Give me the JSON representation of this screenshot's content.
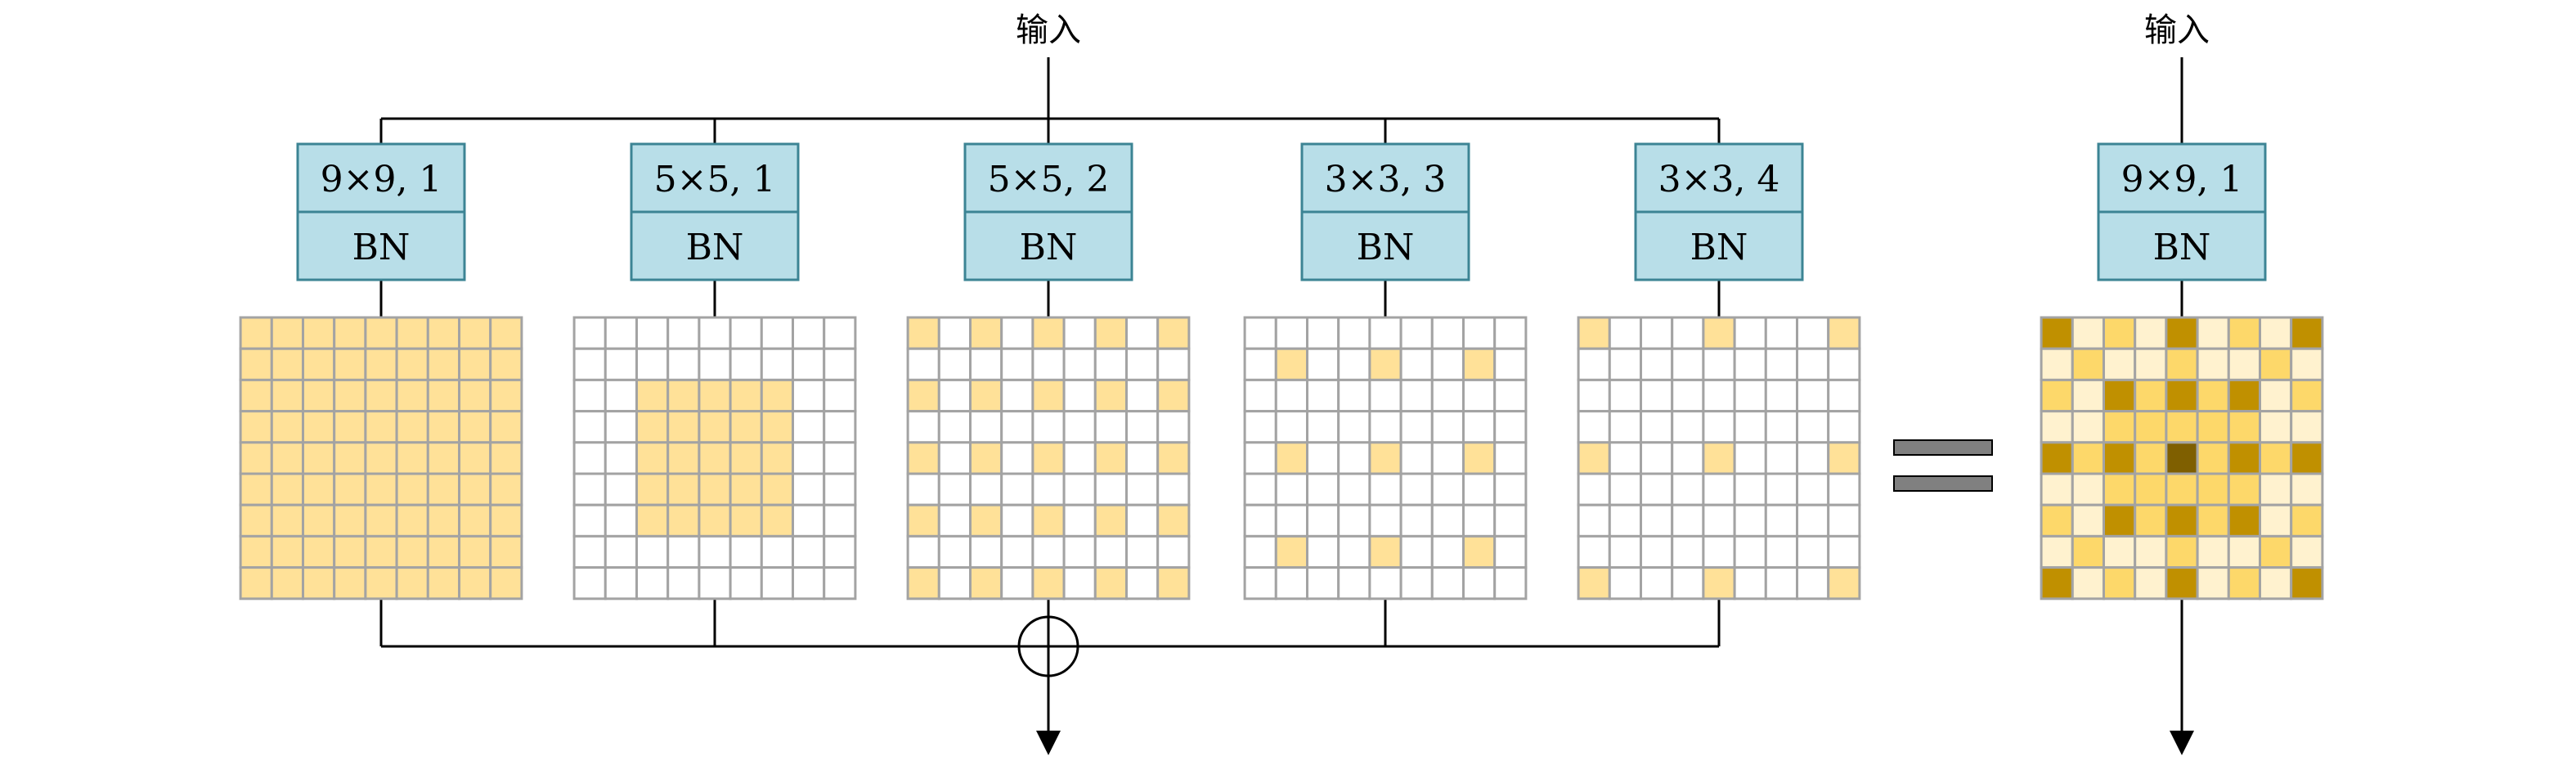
{
  "input_label": "输入",
  "branches": [
    {
      "conv_label": "9×9, 1",
      "bn_label": "BN",
      "kernel": 9,
      "dilation": 1
    },
    {
      "conv_label": "5×5, 1",
      "bn_label": "BN",
      "kernel": 5,
      "dilation": 1
    },
    {
      "conv_label": "5×5, 2",
      "bn_label": "BN",
      "kernel": 5,
      "dilation": 2
    },
    {
      "conv_label": "3×3, 3",
      "bn_label": "BN",
      "kernel": 3,
      "dilation": 3
    },
    {
      "conv_label": "3×3, 4",
      "bn_label": "BN",
      "kernel": 3,
      "dilation": 4
    }
  ],
  "merged": {
    "input_label": "输入",
    "conv_label": "9×9, 1",
    "bn_label": "BN",
    "kernel": 9,
    "dilation": 1
  },
  "grid_size": 9,
  "colors": {
    "box_fill": "#B8DEE8",
    "box_stroke": "#3C8494",
    "grid_stroke": "#A3A3A3",
    "kernel_fill": "#FFE198",
    "empty_fill": "#FFFFFF",
    "merged_levels": [
      "#FFFFFF",
      "#FFF2CF",
      "#FDD86A",
      "#C09000",
      "#A07800",
      "#7F5F00"
    ],
    "equals_fill": "#808080"
  }
}
